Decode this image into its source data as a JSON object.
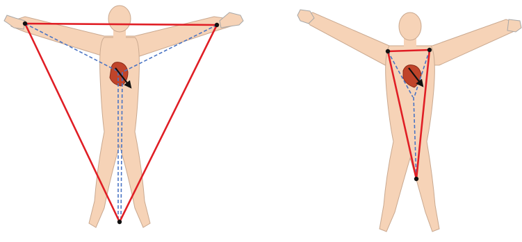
{
  "figure": {
    "panels": [
      {
        "key": "left-panel",
        "triangle": "large",
        "electrodes": [
          "right-wrist",
          "left-wrist",
          "foot"
        ]
      },
      {
        "key": "right-panel",
        "triangle": "small",
        "electrodes": [
          "right-shoulder",
          "left-shoulder",
          "lower-abdomen"
        ]
      }
    ]
  },
  "colors": {
    "background": "#ffffff",
    "skin": "#f6d3b7",
    "skin_outline": "#c9a88f",
    "heart": "#c0442a",
    "heart_dark": "#8a2b18",
    "triangle": "#e01e25",
    "lead_axis": "#4a74c4",
    "electrode": "#111111",
    "vector": "#111111"
  }
}
